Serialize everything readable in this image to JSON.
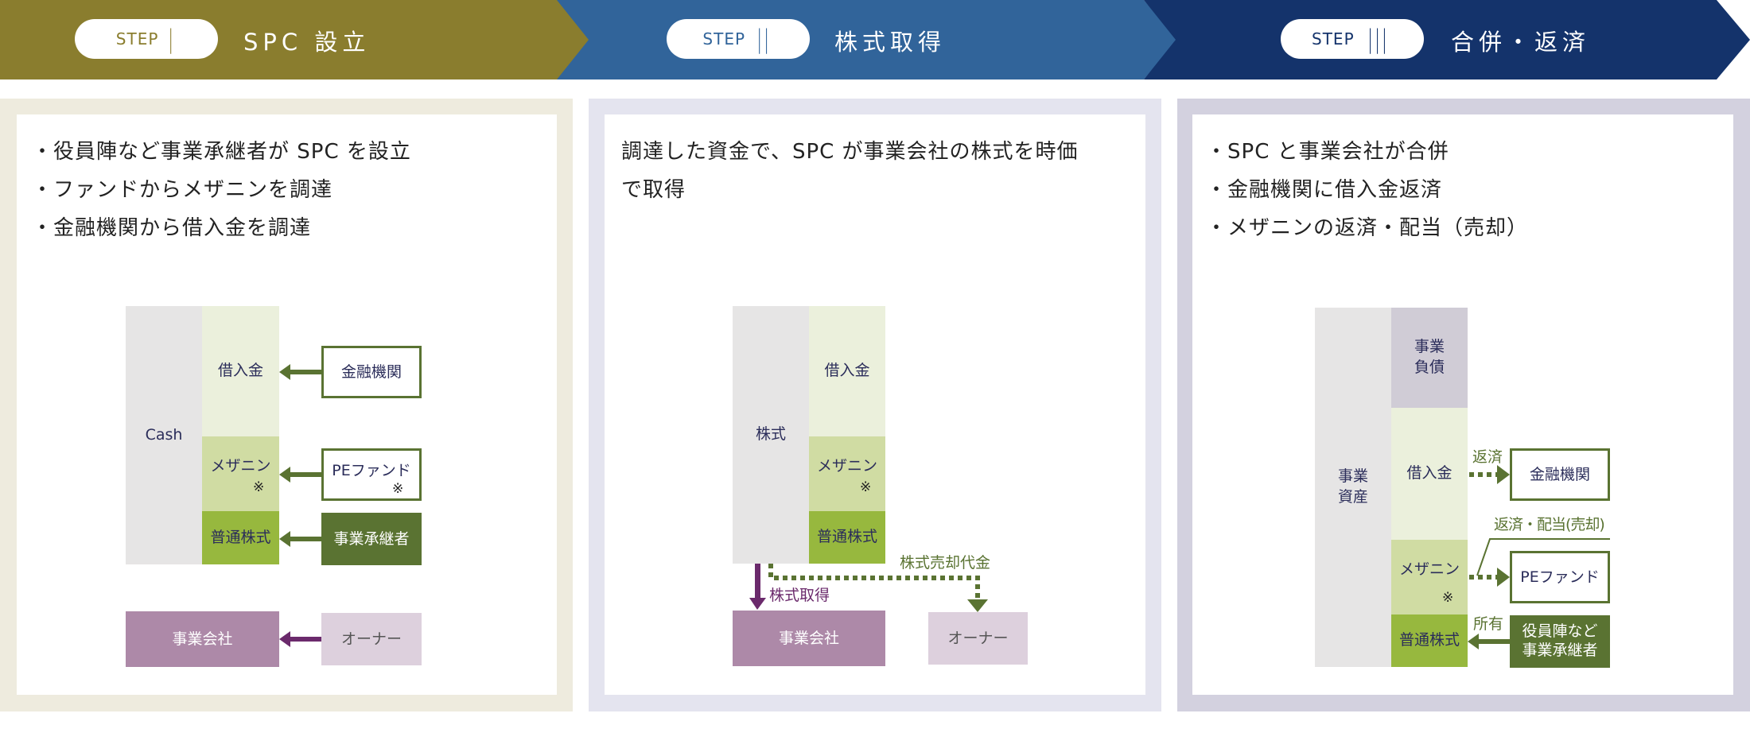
{
  "colors": {
    "step1": "#8a7d2e",
    "step2": "#31649a",
    "step3": "#14336b",
    "arrow_green": "#5a7332",
    "arrow_purple": "#6b2a6c"
  },
  "steps": [
    {
      "pill": "STEP",
      "numeral": "|",
      "title": "SPC 設立"
    },
    {
      "pill": "STEP",
      "numeral": "||",
      "title": "株式取得"
    },
    {
      "pill": "STEP",
      "numeral": "|||",
      "title": "合併・返済"
    }
  ],
  "panel1": {
    "bullets": [
      "役員陣など事業承継者が SPC を設立",
      "ファンドからメザニンを調達",
      "金融機関から借入金を調達"
    ],
    "diagram": {
      "left": "Cash",
      "loan": "借入金",
      "mezz": "メザニン",
      "note": "※",
      "common": "普通株式",
      "bank": "金融機関",
      "pe": "PEファンド",
      "successor": "事業承継者",
      "company": "事業会社",
      "owner": "オーナー"
    }
  },
  "panel2": {
    "description_lines": [
      "調達した資金で、SPC が事業会社の株式を時価",
      "で取得"
    ],
    "diagram": {
      "left": "株式",
      "loan": "借入金",
      "mezz": "メザニン",
      "note": "※",
      "common": "普通株式",
      "company": "事業会社",
      "owner": "オーナー",
      "acquire": "株式取得",
      "proceeds": "株式売却代金"
    }
  },
  "panel3": {
    "bullets": [
      "SPC と事業会社が合併",
      "金融機関に借入金返済",
      "メザニンの返済・配当（売却）"
    ],
    "diagram": {
      "assets_1": "事業",
      "assets_2": "資産",
      "liab_1": "事業",
      "liab_2": "負債",
      "loan": "借入金",
      "mezz": "メザニン",
      "note": "※",
      "common": "普通株式",
      "repay": "返済",
      "repay_div": "返済・配当(売却)",
      "own": "所有",
      "bank": "金融機関",
      "pe": "PEファンド",
      "mgmt_1": "役員陣など",
      "mgmt_2": "事業承継者"
    }
  }
}
